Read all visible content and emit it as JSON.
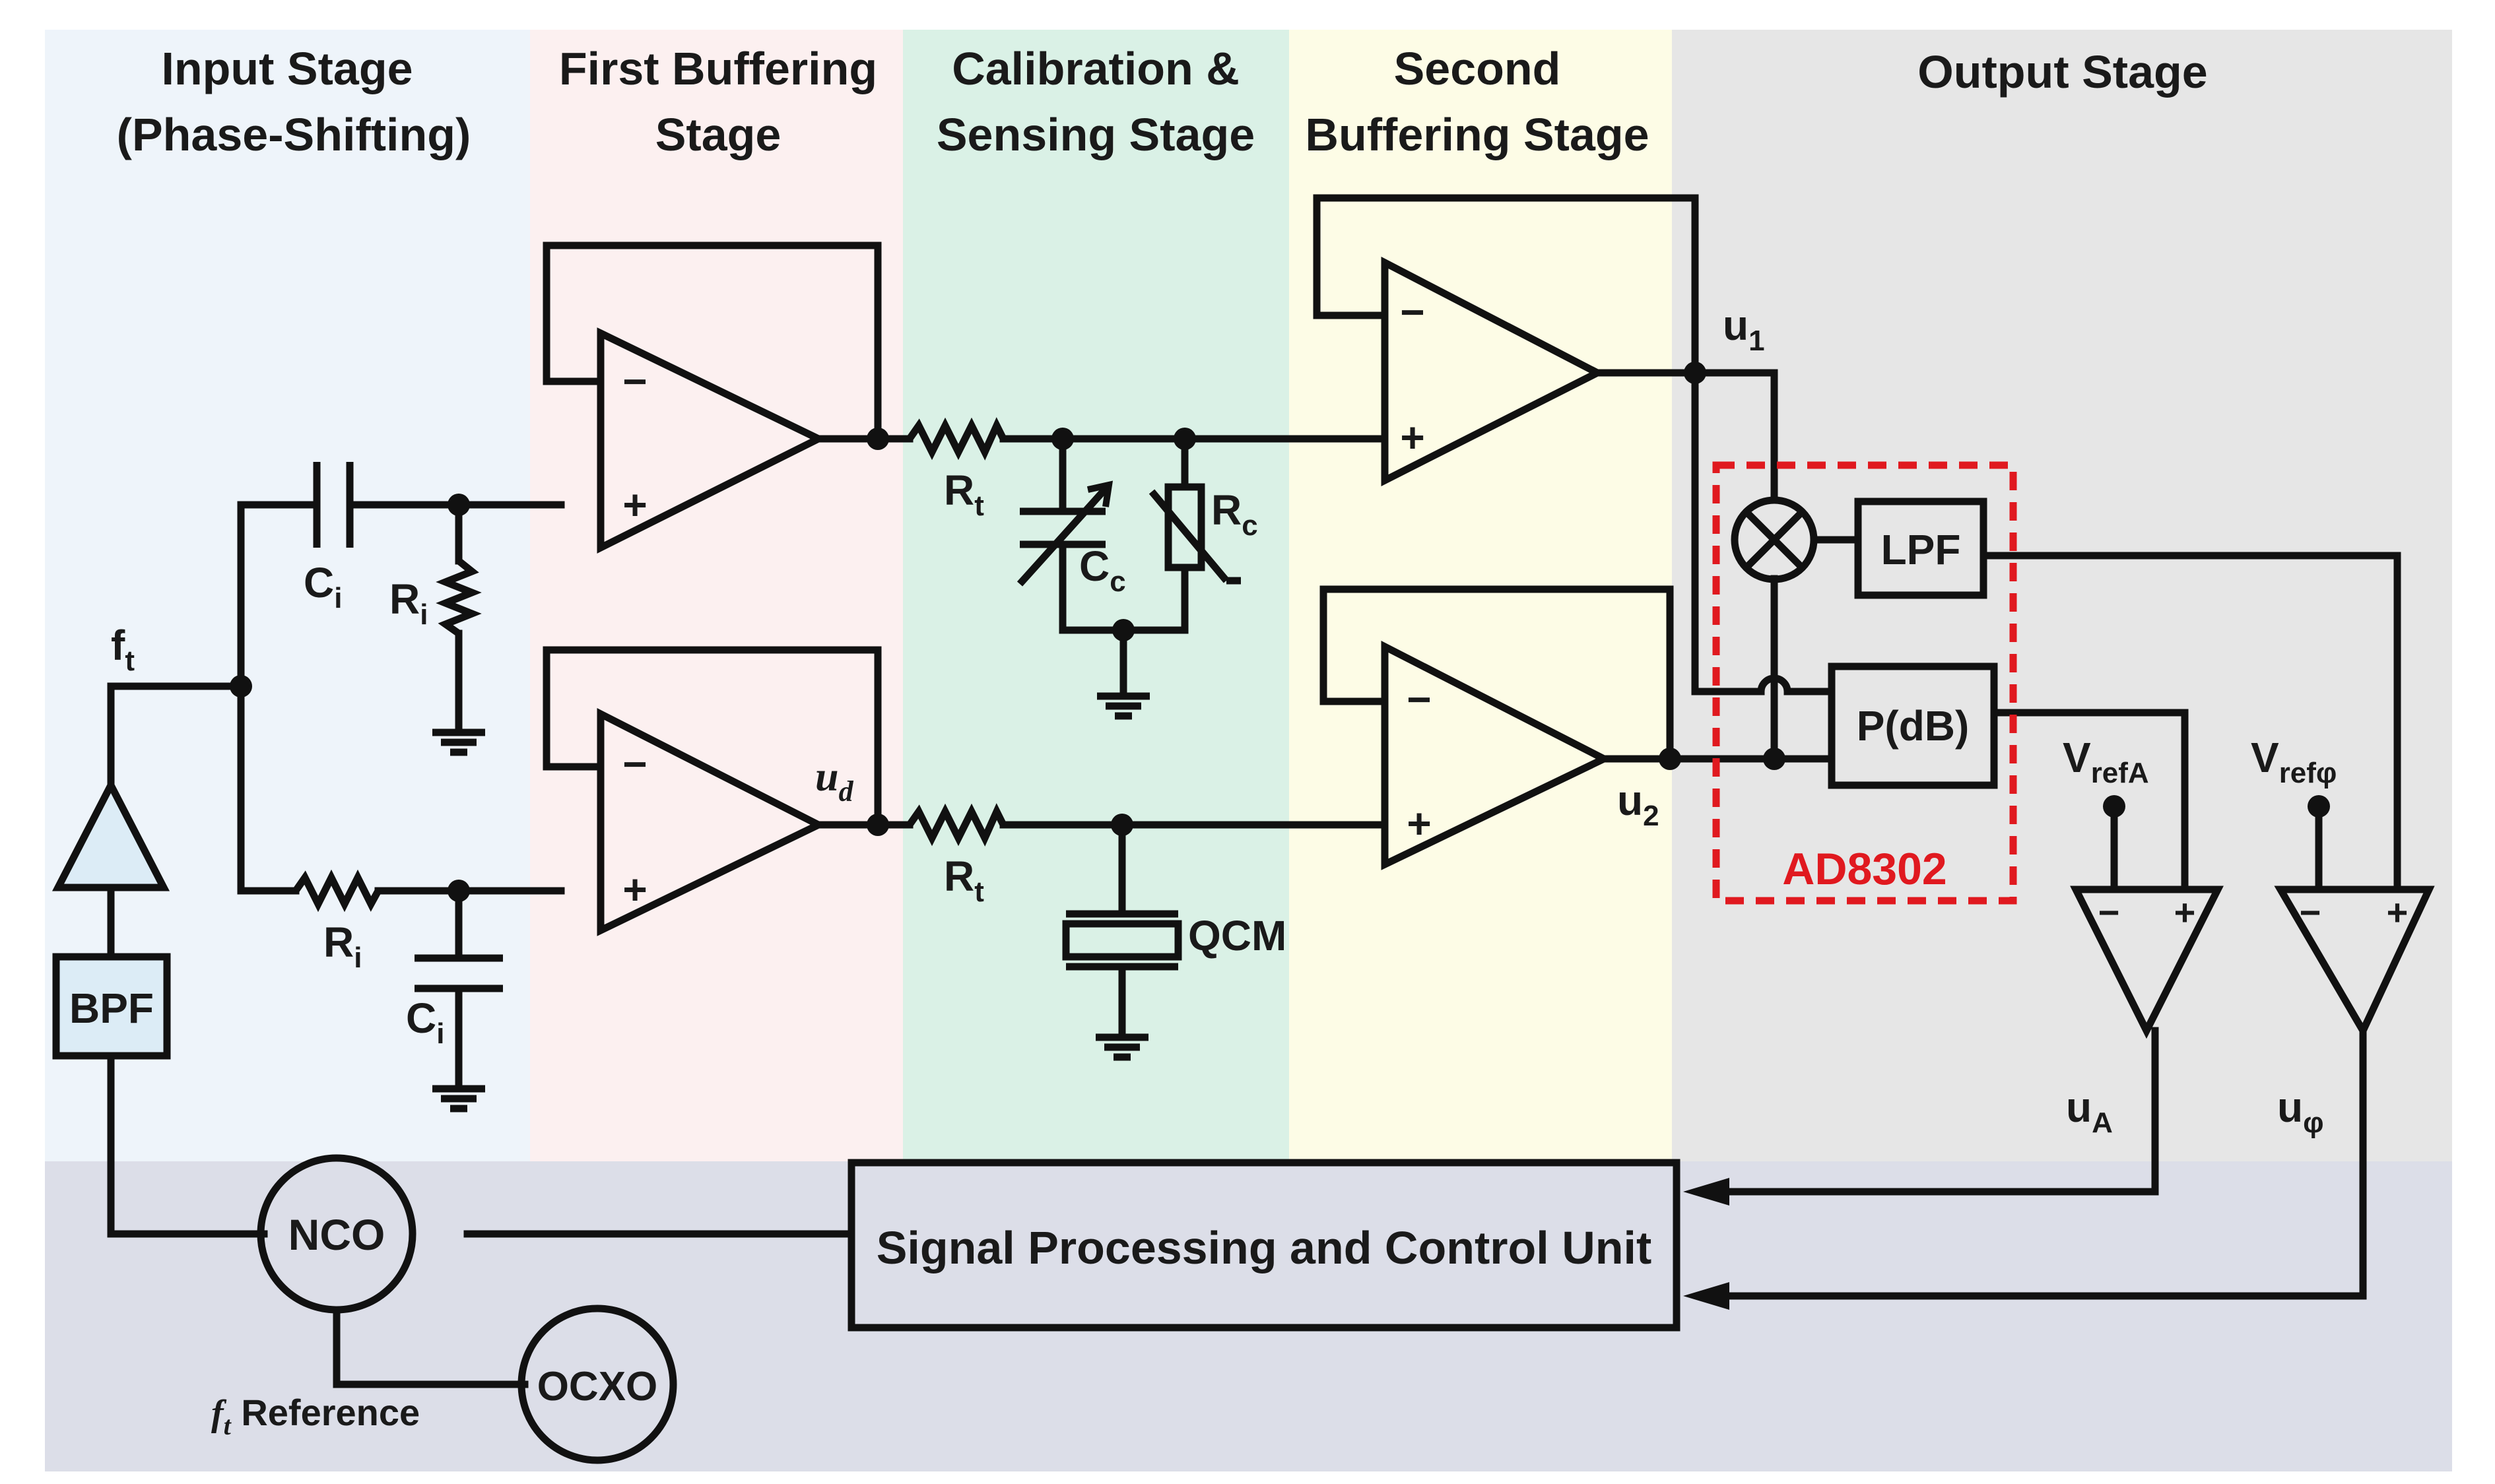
{
  "stages": {
    "input_line1": "Input Stage",
    "input_line2": "(Phase-Shifting)",
    "first_buf_line1": "First Buffering",
    "first_buf_line2": "Stage",
    "calib_line1": "Calibration &",
    "calib_line2": "Sensing Stage",
    "second_buf_line1": "Second",
    "second_buf_line2": "Buffering Stage",
    "output": "Output Stage"
  },
  "colors": {
    "input_bg": "#eef4fa",
    "first_buf_bg": "#fcf0f0",
    "calib_bg": "#daf1e6",
    "second_buf_bg": "#fdfce6",
    "output_bg": "#e6e6e6",
    "bottom_bg": "#dcdee8",
    "wire": "#111111",
    "ad8302_box": "#e0191f",
    "buffer_fill": "#dcecf6"
  },
  "components": {
    "ci": "C",
    "ci_sub": "i",
    "ri": "R",
    "ri_sub": "i",
    "rt": "R",
    "rt_sub": "t",
    "cc": "C",
    "cc_sub": "c",
    "rc": "R",
    "rc_sub": "c",
    "qcm": "QCM",
    "ft": "f",
    "ft_sub": "t",
    "ud": "u",
    "ud_sub": "d",
    "u1": "u",
    "u1_sub": "1",
    "u2": "u",
    "u2_sub": "2",
    "lpf": "LPF",
    "pdb": "P(dB)",
    "ad8302": "AD8302",
    "vrefa": "V",
    "vrefa_sub": "refA",
    "vrefphi": "V",
    "vrefphi_sub": "refφ",
    "ua": "u",
    "ua_sub": "A",
    "uphi": "u",
    "uphi_sub": "φ",
    "bpf": "BPF",
    "nco": "NCO",
    "ocxo": "OCXO",
    "spcu": "Signal Processing and Control Unit",
    "ft_ref_italic": "f",
    "ft_ref_sub": "t",
    "ft_ref_text": " Reference",
    "minus": "−",
    "plus": "+"
  }
}
